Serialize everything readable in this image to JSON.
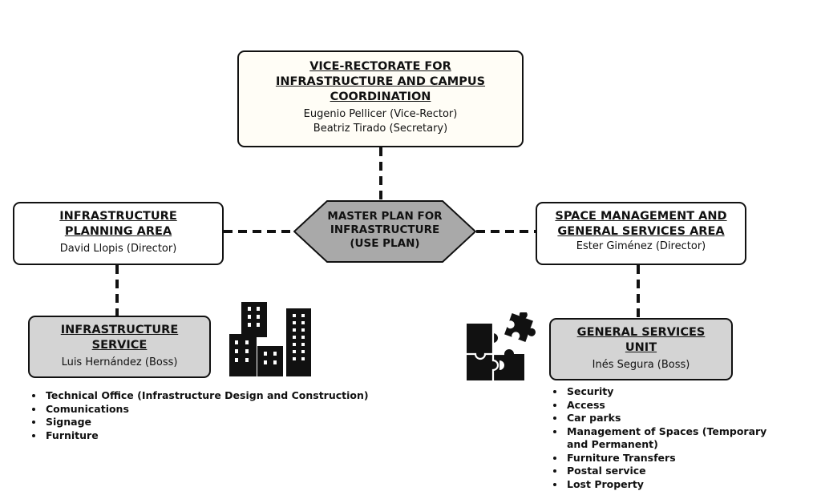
{
  "vice_rectorate": {
    "title_lines": [
      "VICE-RECTORATE FOR",
      "INFRASTRUCTURE AND CAMPUS",
      "COORDINATION"
    ],
    "people": [
      "Eugenio Pellicer (Vice-Rector)",
      "Beatriz Tirado (Secretary)"
    ]
  },
  "master_plan": {
    "lines": [
      "MASTER PLAN FOR",
      "INFRASTRUCTURE",
      "(USE PLAN)"
    ]
  },
  "infra_planning": {
    "title_lines": [
      "INFRASTRUCTURE",
      "PLANNING AREA"
    ],
    "person": "David Llopis (Director)"
  },
  "space_management": {
    "title_lines": [
      "SPACE MANAGEMENT AND",
      "GENERAL SERVICES AREA"
    ],
    "person": "Ester Giménez (Director)"
  },
  "infra_service": {
    "title_lines": [
      "INFRASTRUCTURE",
      "SERVICE"
    ],
    "person": "Luis Hernández (Boss)",
    "items": [
      "Technical Office (Infrastructure Design and Construction)",
      "Comunications",
      "Signage",
      "Furniture"
    ]
  },
  "general_services": {
    "title_lines": [
      "GENERAL SERVICES",
      "UNIT"
    ],
    "person": "Inés Segura (Boss)",
    "items": [
      "Security",
      "Access",
      "Car parks",
      "Management of Spaces (Temporary and Permanent)",
      "Furniture Transfers",
      "Postal service",
      "Lost Property"
    ]
  },
  "colors": {
    "gray_box": "#d4d4d4",
    "hexagon": "#a9a9a9",
    "cream_box": "#fffdf6"
  },
  "icons": [
    "buildings-icon",
    "puzzle-icon"
  ]
}
